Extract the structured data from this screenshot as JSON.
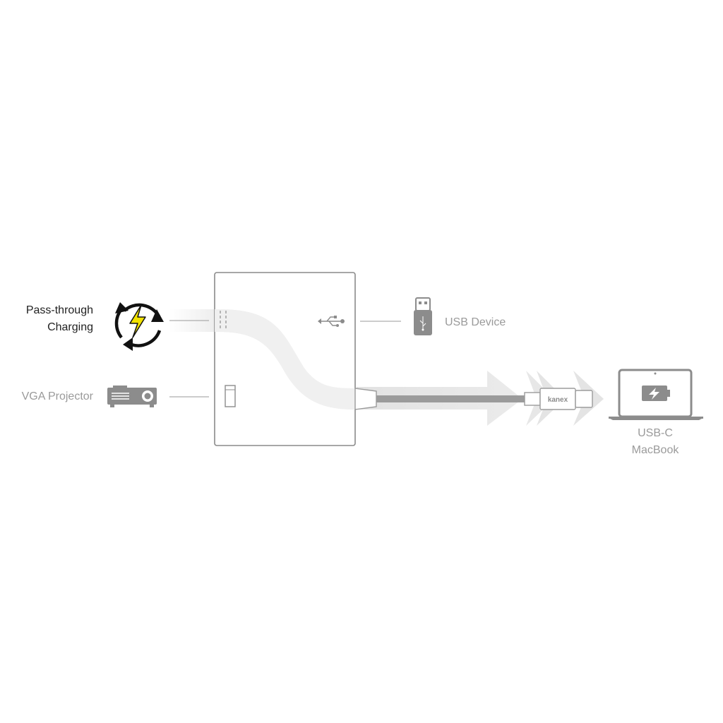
{
  "labels": {
    "pass_through_line1": "Pass-through",
    "pass_through_line2": "Charging",
    "vga_projector": "VGA Projector",
    "usb_device": "USB Device",
    "macbook_line1": "USB-C",
    "macbook_line2": "MacBook",
    "connector_brand": "kanex"
  },
  "colors": {
    "dark_text": "#222222",
    "grey_text": "#9a9a9a",
    "hub_outline": "#8a8a8a",
    "icon_grey": "#8c8c8c",
    "bolt_yellow": "#f2e200",
    "arrow_fill": "#e6e6e6",
    "cable": "#9b9b9b"
  },
  "icons": [
    "charging-cycle-icon",
    "projector-icon",
    "usb-symbol-icon",
    "usb-stick-icon",
    "laptop-battery-icon",
    "vga-port-icon"
  ]
}
